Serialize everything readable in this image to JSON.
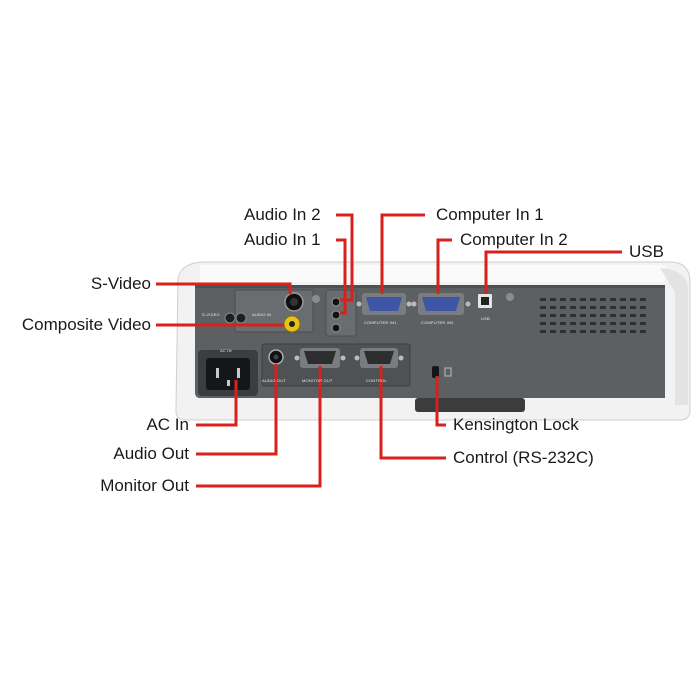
{
  "labels": {
    "audio_in_2": "Audio In 2",
    "audio_in_1": "Audio In 1",
    "computer_in_1": "Computer In 1",
    "computer_in_2": "Computer In 2",
    "usb": "USB",
    "s_video": "S-Video",
    "composite_video": "Composite Video",
    "ac_in": "AC In",
    "audio_out": "Audio Out",
    "monitor_out": "Monitor Out",
    "kensington_lock": "Kensington Lock",
    "control": "Control (RS-232C)"
  },
  "panel_text": {
    "s_video": "S-VIDEO",
    "video_in": "AUDIO IN",
    "computer_in_1": "COMPUTER IN1",
    "computer_in_2": "COMPUTER IN2",
    "usb": "USB",
    "ac_in": "AC IN",
    "audio_out": "AUDIO OUT",
    "monitor_out": "MONITOR OUT",
    "control": "CONTROL"
  },
  "colors": {
    "leader": "#d8201c",
    "body": "#f4f4f4",
    "panel": "#5d6063",
    "vga": "#3d56a6",
    "composite": "#e8c21a"
  }
}
